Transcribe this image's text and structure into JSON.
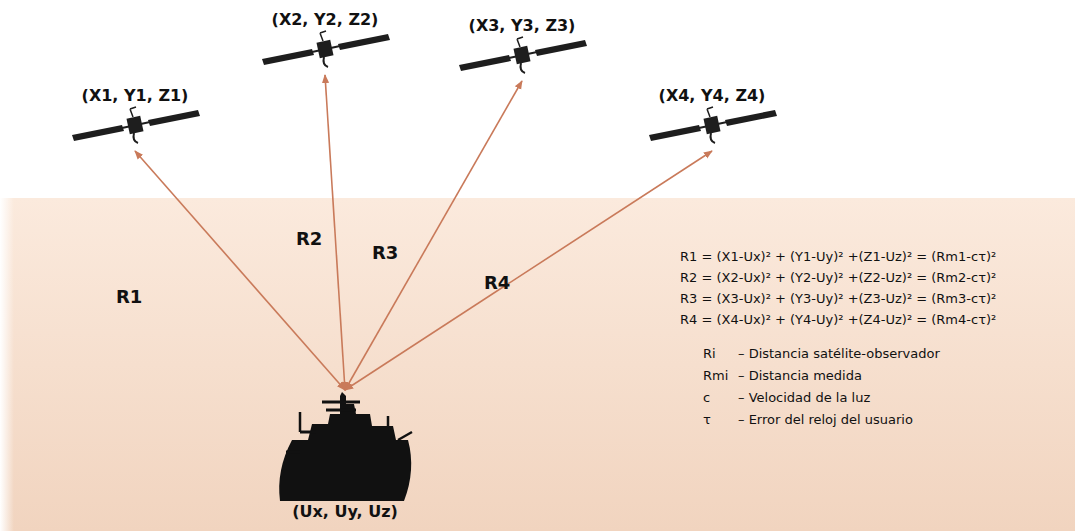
{
  "diagram": {
    "nodes": [
      {
        "text": [
          "(X1, Y1, Z1)"
        ]
      },
      {
        "text": [
          "(X2, Y2, Z2)"
        ]
      },
      {
        "text": [
          "(X3, Y3, Z3)"
        ]
      },
      {
        "text": [
          "(X4, Y4, Z4)"
        ]
      },
      {
        "text": [
          "(Ux, Uy, Uz)"
        ]
      }
    ],
    "edges": [
      {
        "from": 0,
        "to": 4,
        "label": "R1",
        "arrow": "both"
      },
      {
        "from": 1,
        "to": 4,
        "label": "R2",
        "arrow": "both"
      },
      {
        "from": 2,
        "to": 4,
        "label": "R3",
        "arrow": "both"
      },
      {
        "from": 3,
        "to": 4,
        "label": "R4",
        "arrow": "both"
      }
    ],
    "labels": [
      "R1 = (X1-Ux)² + (Y1-Uy)² +(Z1-Uz)² = (Rm1-cτ)²",
      "R2 = (X2-Ux)² + (Y2-Uy)² +(Z2-Uz)² = (Rm2-cτ)²",
      "R3 = (X3-Ux)² + (Y3-Uy)² +(Z3-Uz)² = (Rm3-cτ)²",
      "R4 = (X4-Ux)² + (Y4-Uy)² +(Z4-Uz)² = (Rm4-cτ)²",
      "Ri",
      "– Distancia satélite-observador",
      "Rmi",
      "– Distancia medida",
      "c",
      "– Velocidad de la luz",
      "τ",
      "– Error del reloj del usuario"
    ]
  }
}
